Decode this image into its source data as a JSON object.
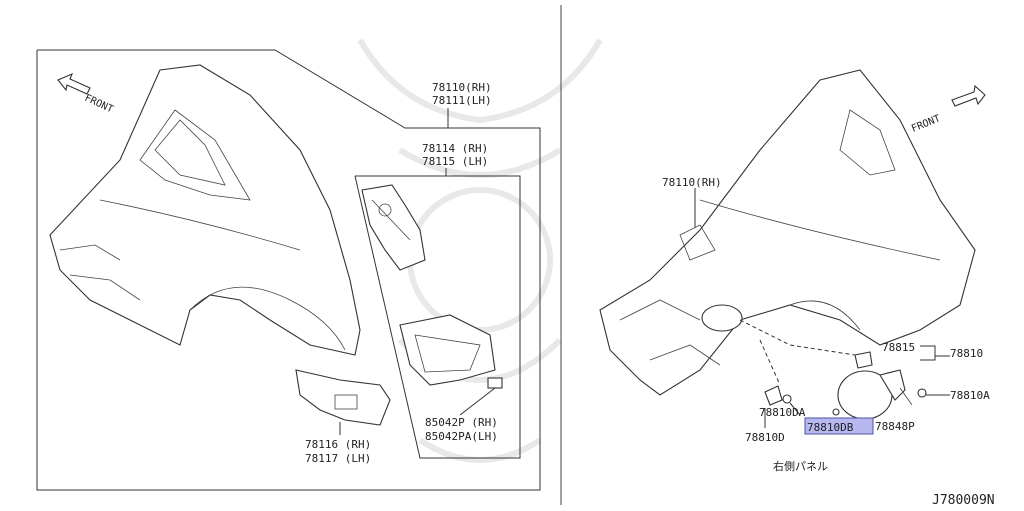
{
  "left": {
    "front_label": "FRONT",
    "callouts": {
      "p78110": "78110(RH)",
      "p78111": "78111(LH)",
      "p78114": "78114 (RH)",
      "p78115": "78115 (LH)",
      "p85042p": "85042P (RH)",
      "p85042pa": "85042PA(LH)",
      "p78116": "78116 (RH)",
      "p78117": "78117 (LH)"
    }
  },
  "right": {
    "front_label": "FRONT",
    "callouts": {
      "p78110": "78110(RH)",
      "p78815": "78815",
      "p78810": "78810",
      "p78810a": "78810A",
      "p78848p": "78848P",
      "p78810da": "78810DA",
      "p78810d": "78810D",
      "p78810db": "78810DB"
    },
    "caption": "右側パネル"
  },
  "diagram_code": "J780009N",
  "colors": {
    "highlight": "#b8b8f0",
    "line": "#333333"
  }
}
